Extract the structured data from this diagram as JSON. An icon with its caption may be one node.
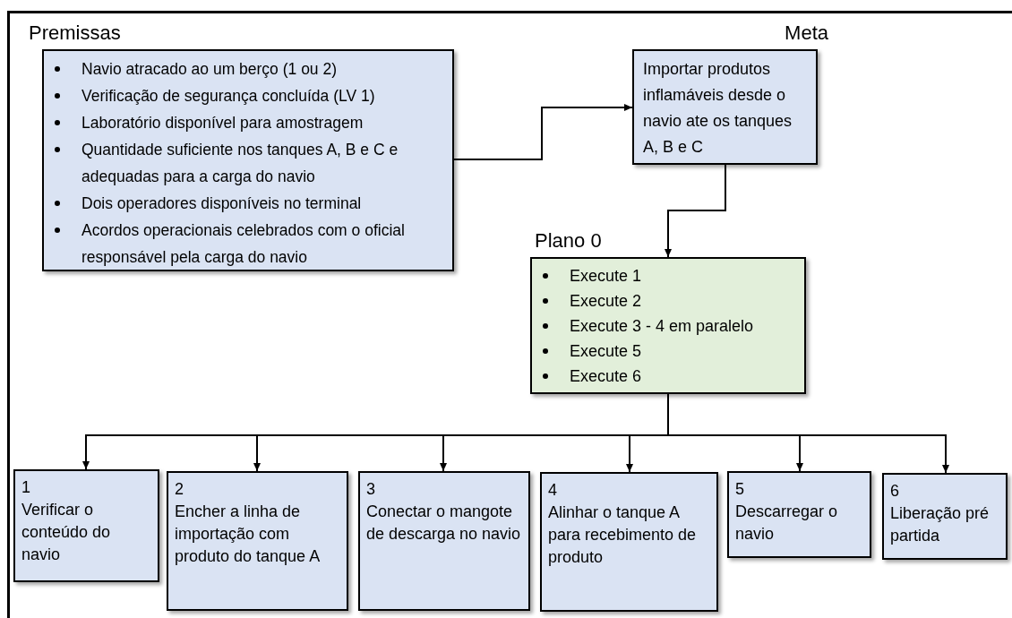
{
  "diagram": {
    "nodes": [
      {
        "text": [
          "Premissas",
          "Navio atracado ao um berço (1 ou 2)",
          "Verificação de segurança concluída (LV 1)",
          "Laboratório disponível para amostragem",
          "Quantidade suficiente nos tanques A, B e C e adequadas para a carga do navio",
          "Dois operadores disponíveis no terminal",
          "Acordos operacionais celebrados com o oficial responsável pela carga do navio"
        ]
      },
      {
        "text": [
          "Meta",
          "Importar produtos inflamáveis desde o navio ate os tanques A, B e C"
        ]
      },
      {
        "text": [
          "Plano 0",
          "Execute 1",
          "Execute 2",
          "Execute 3 - 4 em paralelo",
          "Execute 5",
          "Execute 6"
        ]
      },
      {
        "text": [
          "1",
          "Verificar o conteúdo do navio"
        ]
      },
      {
        "text": [
          "2",
          "Encher a linha de importação com produto do tanque A"
        ]
      },
      {
        "text": [
          "3",
          "Conectar o mangote de descarga no navio"
        ]
      },
      {
        "text": [
          "4",
          "Alinhar o tanque A para recebimento de produto"
        ]
      },
      {
        "text": [
          "5",
          "Descarregar o navio"
        ]
      },
      {
        "text": [
          "6",
          "Liberação pré partida"
        ]
      }
    ],
    "edges": [
      {
        "from": 0,
        "to": 1,
        "arrow": "to"
      },
      {
        "from": 1,
        "to": 2,
        "arrow": "to"
      },
      {
        "from": 2,
        "to": 3,
        "arrow": "to"
      },
      {
        "from": 2,
        "to": 4,
        "arrow": "to"
      },
      {
        "from": 2,
        "to": 5,
        "arrow": "to"
      },
      {
        "from": 2,
        "to": 6,
        "arrow": "to"
      },
      {
        "from": 2,
        "to": 7,
        "arrow": "to"
      },
      {
        "from": 2,
        "to": 8,
        "arrow": "to"
      }
    ]
  }
}
